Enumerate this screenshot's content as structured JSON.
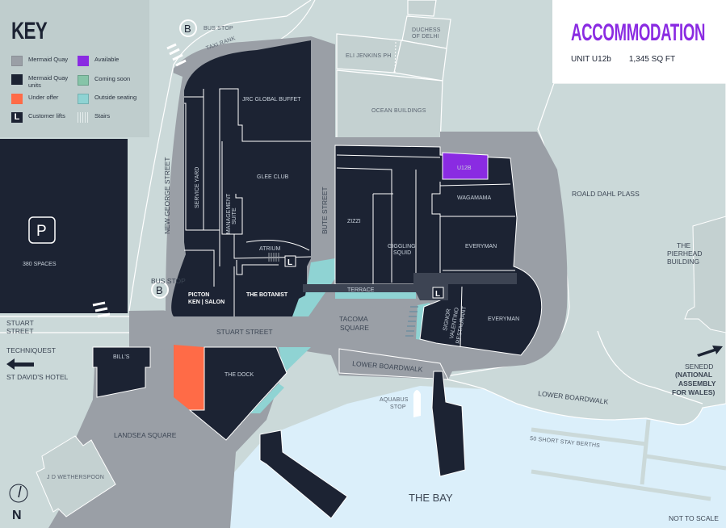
{
  "key": {
    "title": "KEY",
    "items": [
      {
        "label": "Mermaid Quay",
        "color": "#9a9fa6"
      },
      {
        "label": "Mermaid Quay units",
        "color": "#1c2333"
      },
      {
        "label": "Under offer",
        "color": "#ff6b47"
      },
      {
        "label": "Customer lifts",
        "icon": "lift-icon",
        "glyph": "L"
      },
      {
        "label": "Available",
        "color": "#8a2be2"
      },
      {
        "label": "Coming soon",
        "color": "#86c4a8"
      },
      {
        "label": "Outside seating",
        "color": "#8fd3d3"
      },
      {
        "label": "Stairs",
        "icon": "stairs-icon"
      }
    ]
  },
  "accommodation": {
    "title": "ACCOMMODATION",
    "unit": "UNIT U12b",
    "area": "1,345 SQ FT"
  },
  "labels": {
    "bus_stop_top": "BUS STOP",
    "bus_stop_left": "BUS STOP",
    "bus_glyph": "B",
    "taxi_rank": "TAXI RANK",
    "duchess_of_delhi": [
      "DUCHESS",
      "OF DELHI"
    ],
    "eli_jenkins": "ELI JENKINS PH",
    "ocean_buildings": "OCEAN BUILDINGS",
    "jrc_global_buffet": "JRC GLOBAL BUFFET",
    "glee_club": "GLEE CLUB",
    "service_yard": "SERVICE YARD",
    "management_suite": [
      "MANAGEMENT",
      "SUITE"
    ],
    "atrium": "ATRIUM",
    "bute_street": "BUTE STREET",
    "new_george_street": "NEW GEORGE STREET",
    "u12b": "U12B",
    "wagamama": "WAGAMAMA",
    "zizzi": "ZIZZI",
    "giggling_squid": [
      "GIGGLING",
      "SQUID"
    ],
    "everyman_1": "EVERYMAN",
    "everyman_2": "EVERYMAN",
    "terrace": "TERRACE",
    "signor_valentino": [
      "SIGNOR",
      "VALENTINO",
      "RESTAURANT"
    ],
    "picton": [
      "PICTON",
      "KEN | SALON"
    ],
    "the_botanist": "THE BOTANIST",
    "parking_glyph": "P",
    "parking_spaces": "380 SPACES",
    "stuart_street_left": [
      "STUART",
      "STREET"
    ],
    "stuart_street": "STUART STREET",
    "tacoma_square": [
      "TACOMA",
      "SQUARE"
    ],
    "roald_dahl_plass": "ROALD DAHL PLASS",
    "pierhead": [
      "THE",
      "PIERHEAD",
      "BUILDING"
    ],
    "techniquest": "TECHNIQUEST",
    "st_davids_hotel": "ST DAVID'S HOTEL",
    "bills": "BILL'S",
    "the_dock": "THE DOCK",
    "lower_boardwalk_1": "LOWER BOARDWALK",
    "lower_boardwalk_2": "LOWER BOARDWALK",
    "aquabus_stop": [
      "AQUABUS",
      "STOP"
    ],
    "senedd": [
      "SENEDD",
      "(NATIONAL",
      "ASSEMBLY",
      "FOR WALES)"
    ],
    "landsea_square": "LANDSEA SQUARE",
    "jd_wetherspoon": "J D WETHERSPOON",
    "short_stay_berths": "50 SHORT STAY BERTHS",
    "the_bay": "THE BAY",
    "not_to_scale": "NOT TO SCALE",
    "north": "N",
    "lift_glyph": "L"
  }
}
